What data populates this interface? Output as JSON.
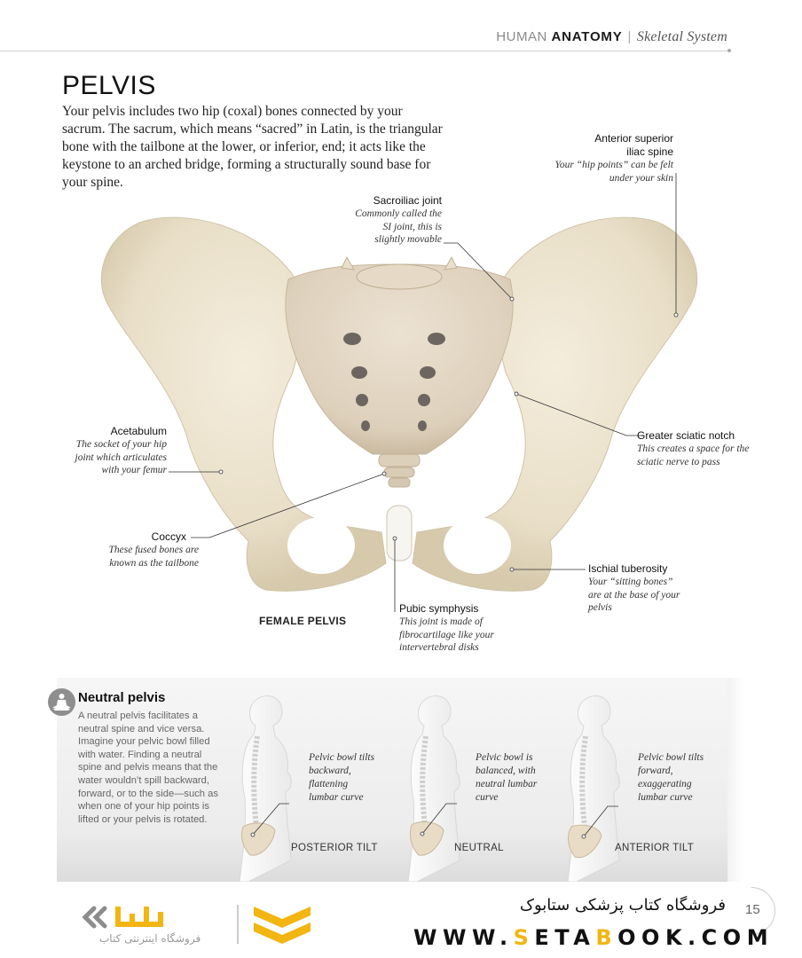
{
  "running_head": {
    "light": "HUMAN ",
    "bold": "ANATOMY",
    "separator": "|",
    "italic": "Skeletal System"
  },
  "page": {
    "title": "PELVIS",
    "intro": "Your pelvis includes two hip (coxal) bones connected by your sacrum. The sacrum, which means “sacred” in Latin, is the triangular bone with the tailbone at the lower, or inferior, end; it acts like the keystone to an arched bridge, forming a structurally sound base for your spine."
  },
  "figure": {
    "caption": "FEMALE PELVIS",
    "colors": {
      "bone": "#ece3cf",
      "bone_shadow": "#cfc3a8",
      "sacrum": "#e2d6c4",
      "foramen": "#6d6660"
    },
    "annotations": {
      "asis": {
        "label_line1": "Anterior superior",
        "label_line2": "iliac spine",
        "desc": "Your “hip points” can be felt under your skin"
      },
      "si_joint": {
        "label": "Sacroiliac joint",
        "desc": "Commonly called the SI joint, this is slightly movable"
      },
      "acetabulum": {
        "label": "Acetabulum",
        "desc": "The socket of your hip joint which articulates with your femur"
      },
      "sciatic": {
        "label": "Greater sciatic notch",
        "desc": "This creates a space for the sciatic nerve to pass"
      },
      "coccyx": {
        "label": "Coccyx",
        "desc": "These fused bones are known as the tailbone"
      },
      "ischial": {
        "label": "Ischial tuberosity",
        "desc": "Your “sitting bones” are at the base of your pelvis"
      },
      "pubic": {
        "label": "Pubic symphysis",
        "desc": "This joint is made of fibrocartilage like your intervertebral disks"
      }
    }
  },
  "neutral_panel": {
    "icon": "meditation-figure-icon",
    "title": "Neutral pelvis",
    "body": "A neutral pelvis facilitates a neutral spine and vice versa. Imagine your pelvic bowl filled with water. Finding a neutral spine and pelvis means that the water wouldn’t spill backward, forward, or to the side—such as when one of your hip points is lifted or your pelvis is rotated.",
    "tilts": [
      {
        "label": "POSTERIOR TILT",
        "desc": "Pelvic bowl tilts backward, flattening lumbar curve"
      },
      {
        "label": "NEUTRAL",
        "desc": "Pelvic bowl is balanced, with neutral lumbar curve"
      },
      {
        "label": "ANTERIOR TILT",
        "desc": "Pelvic bowl tilts forward, exaggerating lumbar curve"
      }
    ]
  },
  "footer": {
    "page_number": "15",
    "store_name_fa": "فروشگاه کتاب پزشکی ستابوک",
    "website_pre": "WWW.",
    "website_s": "S",
    "website_mid": "ETA",
    "website_b": "B",
    "website_post": "OOK.COM",
    "logo_tagline_fa": "فروشگاه اینترنتی کتاب",
    "brand_color": "#f2b511"
  }
}
